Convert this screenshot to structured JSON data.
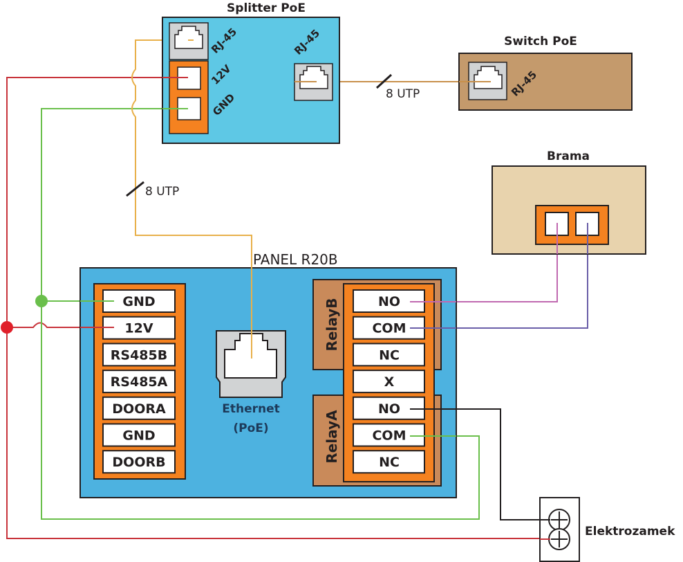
{
  "devices": {
    "splitter": {
      "title": "Splitter PoE",
      "port_left_label": "RJ-45",
      "port_right_label": "RJ-45",
      "power_labels": [
        "12V",
        "GND"
      ],
      "color": "#5ec8e5"
    },
    "switch": {
      "title": "Switch PoE",
      "port_label": "RJ-45",
      "color": "#c49a6c"
    },
    "brama": {
      "title": "Brama",
      "color": "#e8d3ad"
    },
    "panel": {
      "title": "PANEL R20B",
      "color": "#4db2e0",
      "left_terminals": [
        "GND",
        "12V",
        "RS485B",
        "RS485A",
        "DOORA",
        "GND",
        "DOORB"
      ],
      "ethernet_label_line1": "Ethernet",
      "ethernet_label_line2": "(PoE)",
      "relay_b_label": "RelayB",
      "relay_a_label": "RelayA",
      "right_terminals": [
        "NO",
        "COM",
        "NC",
        "X",
        "NO",
        "COM",
        "NC"
      ]
    },
    "lock": {
      "title": "Elektrozamek"
    }
  },
  "cables": {
    "utp_label_horizontal": "8 UTP",
    "utp_label_vertical": "8 UTP"
  },
  "wire_colors": {
    "utp": "#e8b04a",
    "utp_switch": "#c8904a",
    "power_12v": "#c8333a",
    "gnd": "#6abf4b",
    "relay_b_no": "#c069b0",
    "relay_b_com": "#6a5ea8",
    "relay_a_no": "#231f20",
    "relay_a_com": "#6abf4b",
    "node_red": "#e0202a",
    "node_green": "#6abf4b"
  },
  "colors": {
    "terminal_block": "#f58220",
    "relay_group": "#c98a5a",
    "jack_bg": "#d1d3d4",
    "outline": "#231f20"
  }
}
